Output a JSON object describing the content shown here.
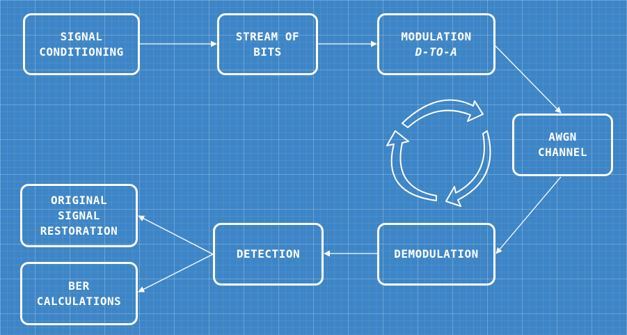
{
  "diagram": {
    "boxes": {
      "signal_conditioning": {
        "line1": "SIGNAL",
        "line2": "CONDITIONING"
      },
      "stream_of_bits": {
        "line1": "STREAM OF",
        "line2": "BITS"
      },
      "modulation": {
        "line1": "MODULATION",
        "line2": "D-TO-A"
      },
      "awgn_channel": {
        "line1": "AWGN",
        "line2": "CHANNEL"
      },
      "demodulation": {
        "line1": "DEMODULATION"
      },
      "detection": {
        "line1": "DETECTION"
      },
      "original_signal_restoration": {
        "line1": "ORIGINAL",
        "line2": "SIGNAL",
        "line3": "RESTORATION"
      },
      "ber_calculations": {
        "line1": "BER",
        "line2": "CALCULATIONS"
      }
    },
    "colors": {
      "background": "#3d85c6",
      "stroke": "#ffffff"
    },
    "center_icon": "cycle-arrows-icon"
  }
}
